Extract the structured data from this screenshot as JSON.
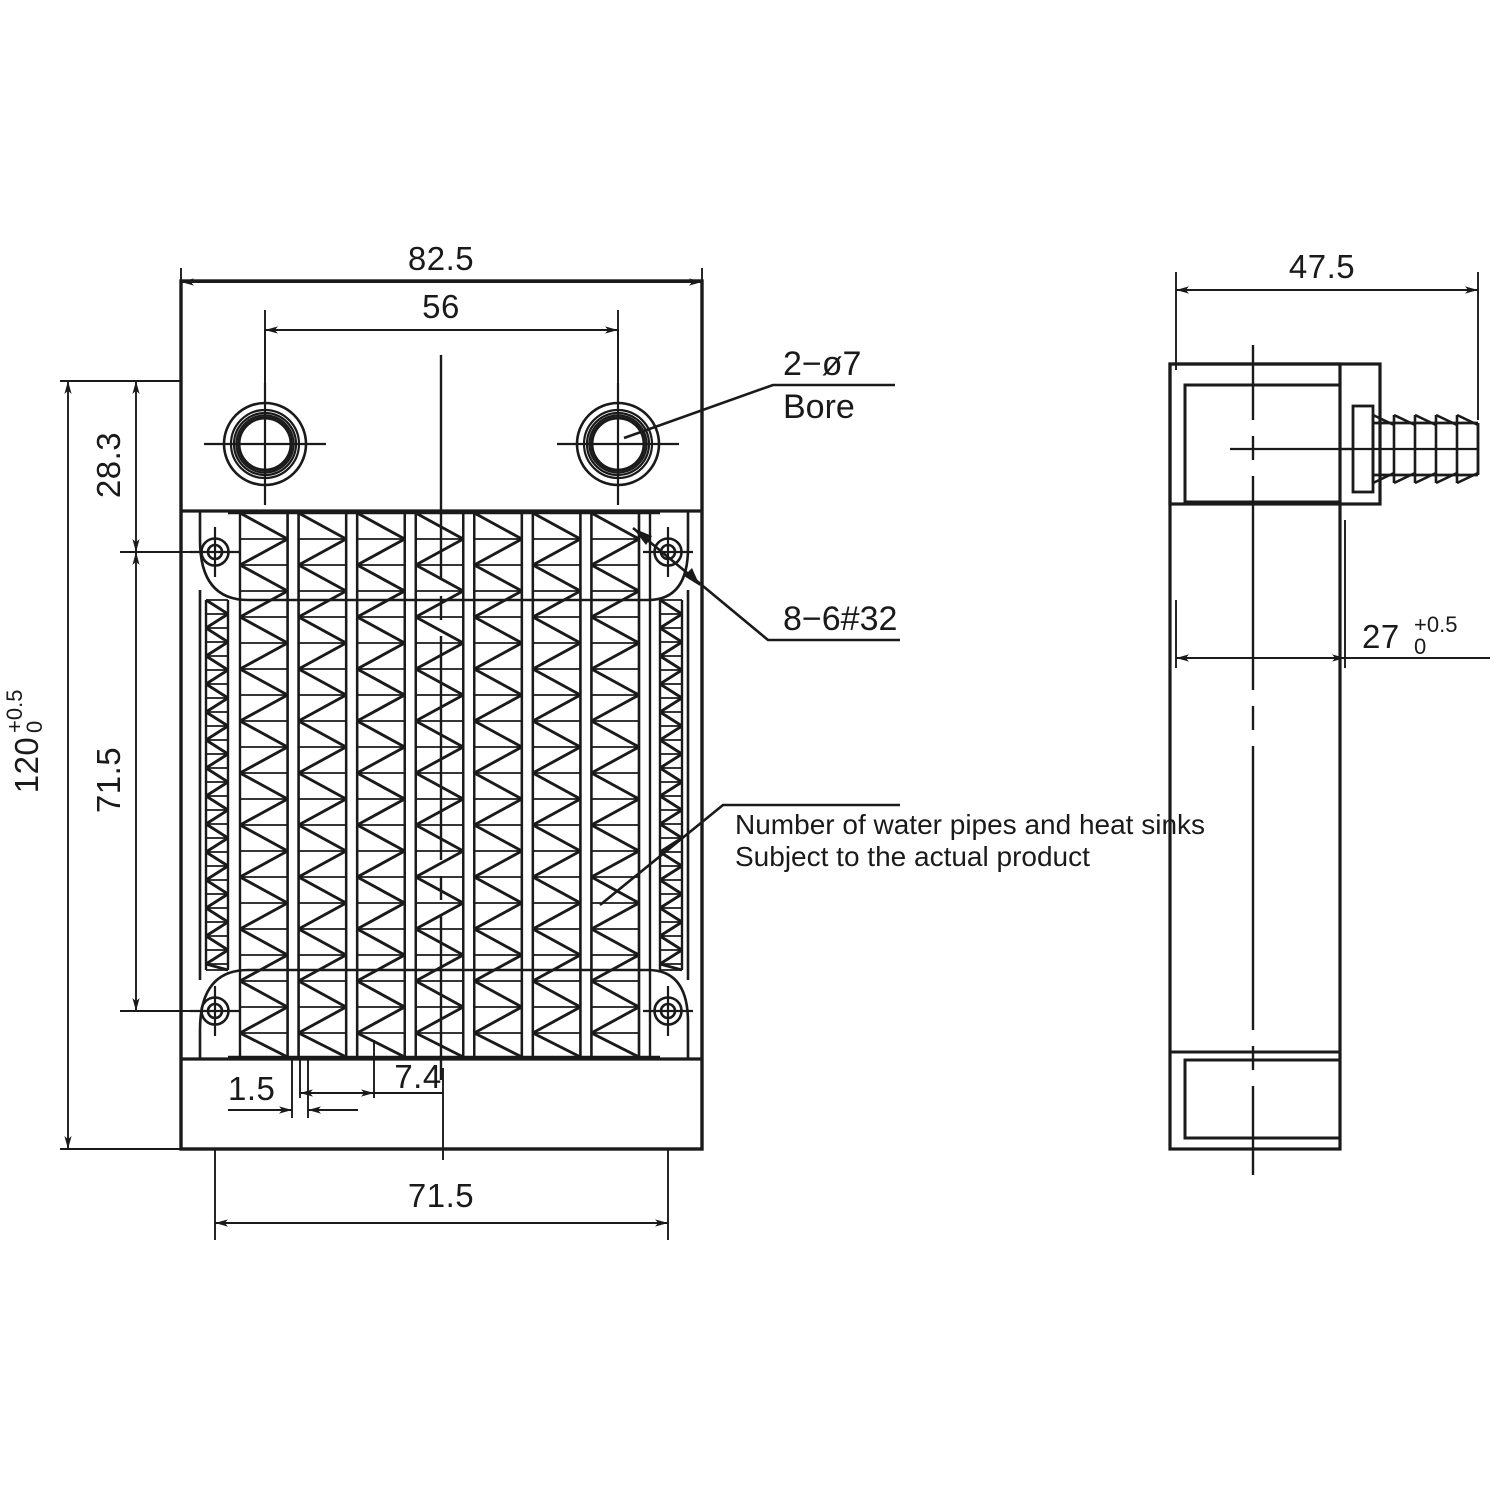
{
  "drawing": {
    "title": "Water cooling radiator block technical drawing",
    "units": "mm",
    "line_color": "#1a1a1a",
    "background": "#ffffff"
  },
  "front_view": {
    "name": "front-view",
    "dimensions": {
      "overall_width": "82.5",
      "bore_spacing": "56",
      "overall_height_value": "120",
      "overall_height_tol_upper": "+0.5",
      "overall_height_tol_lower": "0",
      "top_to_screw": "28.3",
      "screw_vertical_spacing": "71.5",
      "fin_thickness": "1.5",
      "tube_pitch": "7.4",
      "screw_horizontal_spacing": "71.5"
    },
    "callouts": {
      "bore_line1": "2−ø7",
      "bore_line2": "Bore",
      "screw_spec": "8−6#32",
      "note_line1": "Number of water pipes and heat sinks",
      "note_line2": "Subject to the actual product"
    },
    "features": {
      "bore_count": 2,
      "screw_hole_count": 4,
      "tube_columns": 9,
      "fin_pattern": "zigzag"
    }
  },
  "side_view": {
    "name": "side-view",
    "dimensions": {
      "overall_depth": "47.5",
      "body_width_value": "27",
      "body_width_tol_upper": "+0.5",
      "body_width_tol_lower": "0"
    },
    "features": {
      "barb_segments": 5,
      "port_count": 2
    }
  }
}
